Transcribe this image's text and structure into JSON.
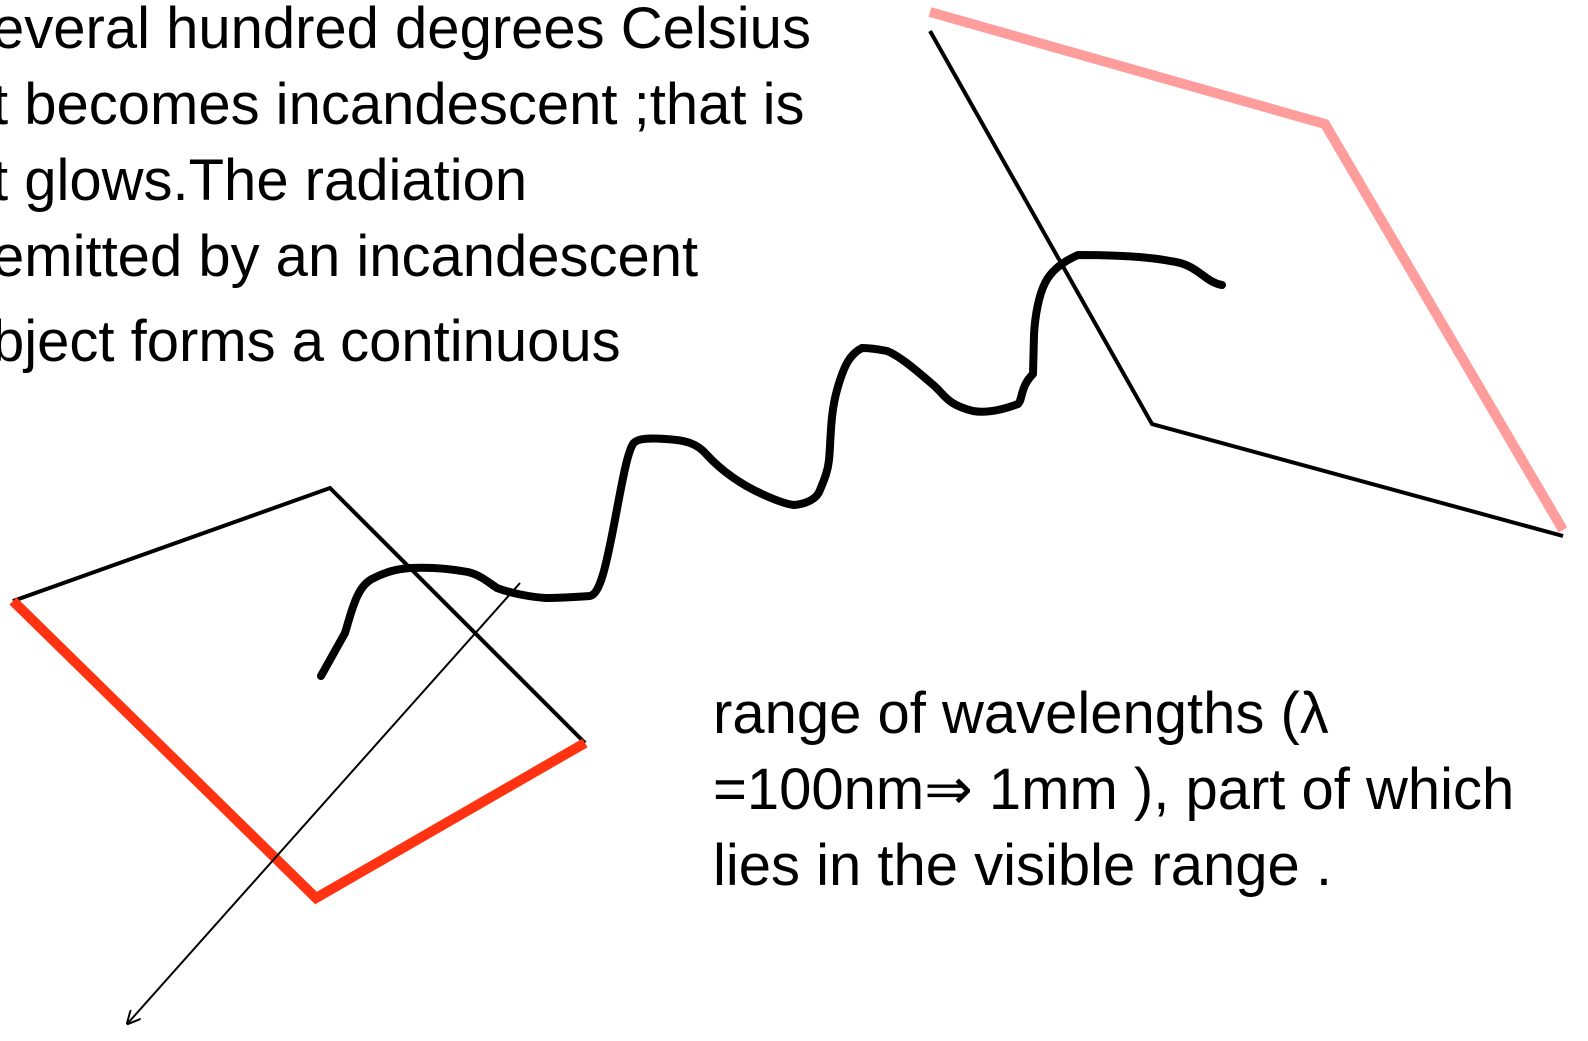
{
  "colors": {
    "text": "#000000",
    "left_plate_accent": "#ff3311",
    "right_plate_accent": "#ff9c9c",
    "wave": "#000000",
    "outline": "#000000"
  },
  "text_block_top": {
    "lines": [
      "everal hundred degrees Celsius",
      "t becomes incandescent ;that is",
      "t glows.The radiation",
      "emitted by an incandescent",
      "bject forms a continuous"
    ]
  },
  "text_block_bottom": {
    "lines": [
      "range of wavelengths  (λ",
      "=100nm⇒ 1mm ), part of which",
      "lies in the visible range ."
    ]
  }
}
